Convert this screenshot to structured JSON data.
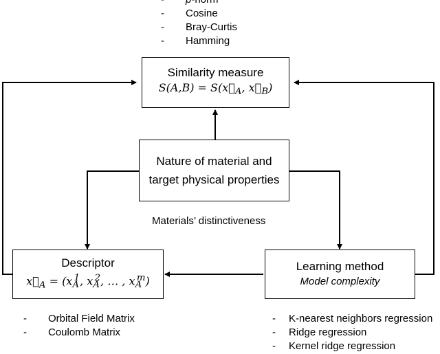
{
  "similarity": {
    "title": "Similarity measure",
    "formula": "S(A,B) = S(x⃗_A, x⃗_B)",
    "items": [
      "p-norm",
      "Cosine",
      "Bray-Curtis",
      "Hamming"
    ]
  },
  "center": {
    "line1": "Nature of material and",
    "line2": "target physical properties",
    "caption": "Materials’ distinctiveness"
  },
  "descriptor": {
    "title": "Descriptor",
    "formula": "x⃗_A = (x_A^1, x_A^2, … , x_A^m)",
    "items": [
      "Orbital Field Matrix",
      "Coulomb Matrix"
    ]
  },
  "learning": {
    "title": "Learning method",
    "subtitle": "Model complexity",
    "items": [
      "K-nearest neighbors regression",
      "Ridge regression",
      "Kernel ridge regression"
    ]
  },
  "dash": "-"
}
